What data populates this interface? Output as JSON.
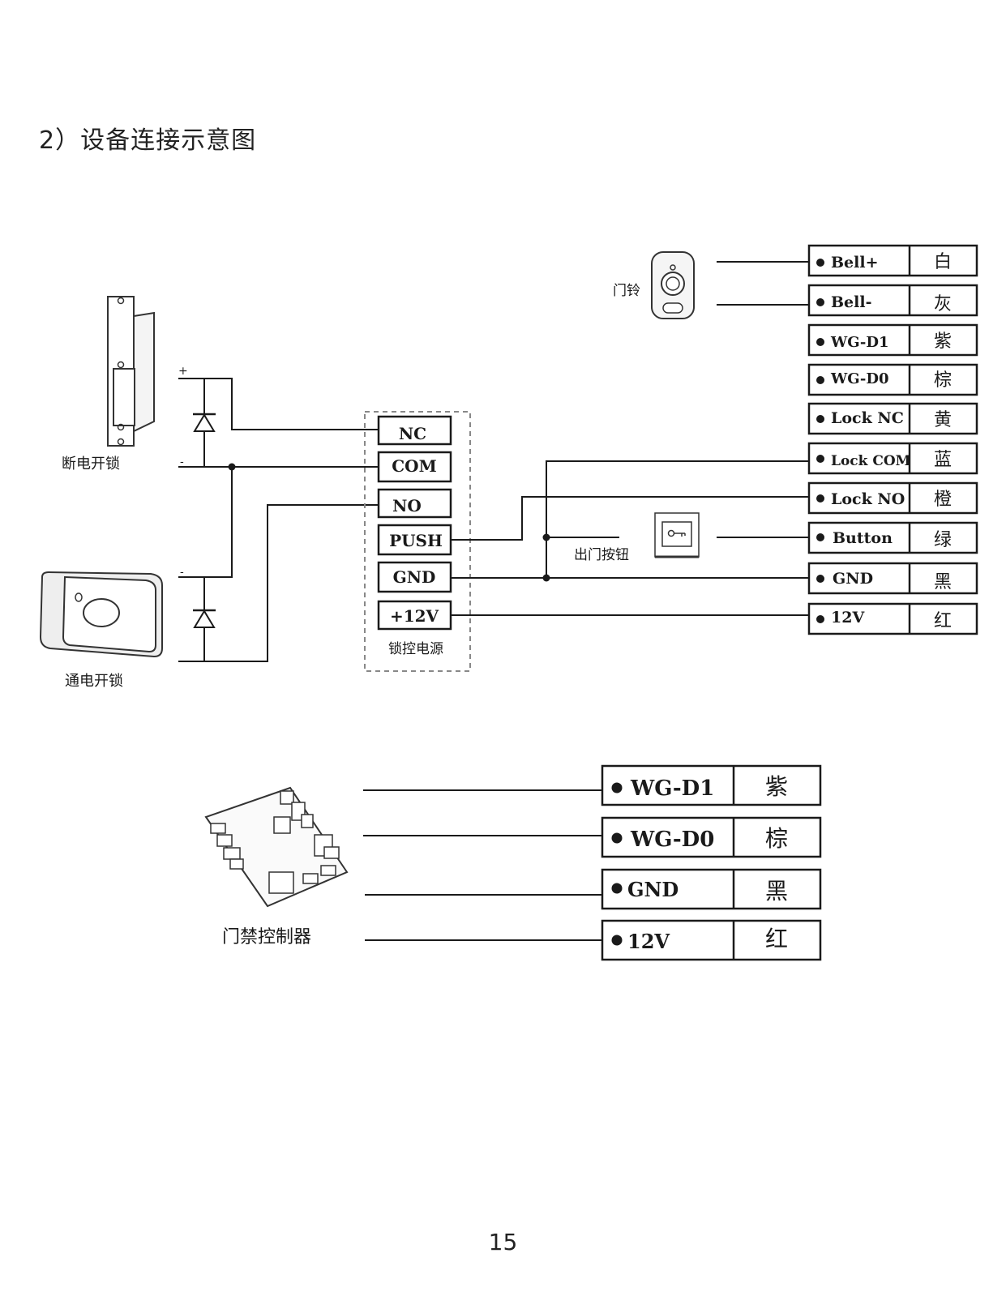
{
  "section_title": "2）设备连接示意图",
  "page_number": "15",
  "power_supply": {
    "label": "锁控电源",
    "terminals": [
      "NC",
      "COM",
      "NO",
      "PUSH",
      "GND",
      "+12V"
    ]
  },
  "devices": {
    "fail_secure_lock": "断电开锁",
    "fail_safe_lock": "通电开锁",
    "doorbell": "门铃",
    "exit_button": "出门按钮",
    "access_controller": "门禁控制器"
  },
  "lock_polarity": {
    "plus": "+",
    "minus": "-"
  },
  "reader_wires": [
    {
      "signal": "Bell+",
      "color": "白"
    },
    {
      "signal": "Bell-",
      "color": "灰"
    },
    {
      "signal": "WG-D1",
      "color": "紫"
    },
    {
      "signal": "WG-D0",
      "color": "棕"
    },
    {
      "signal": "Lock NC",
      "color": "黄"
    },
    {
      "signal": "Lock COM",
      "color": "蓝"
    },
    {
      "signal": "Lock NO",
      "color": "橙"
    },
    {
      "signal": "Button",
      "color": "绿"
    },
    {
      "signal": "GND",
      "color": "黑"
    },
    {
      "signal": "12V",
      "color": "红"
    }
  ],
  "controller_wires": [
    {
      "signal": "WG-D1",
      "color": "紫"
    },
    {
      "signal": "WG-D0",
      "color": "棕"
    },
    {
      "signal": "GND",
      "color": "黑"
    },
    {
      "signal": "12V",
      "color": "红"
    }
  ]
}
